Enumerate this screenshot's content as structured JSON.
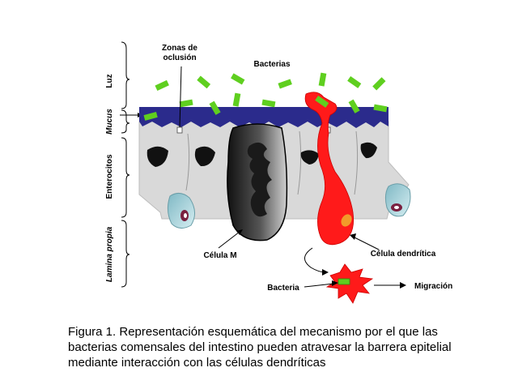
{
  "labels": {
    "zonas_line1": "Zonas de",
    "zonas_line2": "oclusión",
    "bacterias": "Bacterias",
    "celula_m": "Célula M",
    "celula_dendritica": "Célula dendrítica",
    "bacteria": "Bacteria",
    "migracion": "Migración"
  },
  "layers": {
    "luz": "Luz",
    "mucus": "Mucus",
    "enterocitos": "Enterocitos",
    "lamina_propia": "Lamina propia"
  },
  "caption": {
    "figure_label": "Figura 1.",
    "text": " Representación esquemática del mecanismo por el que las bacterias comensales del intestino pueden atravesar la barrera epitelial mediante interacción con las células dendríticas"
  },
  "colors": {
    "mucus": "#2b2b8c",
    "bacteria": "#5fcf1f",
    "dendritic": "#ff1a1a",
    "enterocyte": "#d9d9d9",
    "nucleus": "#111111"
  }
}
